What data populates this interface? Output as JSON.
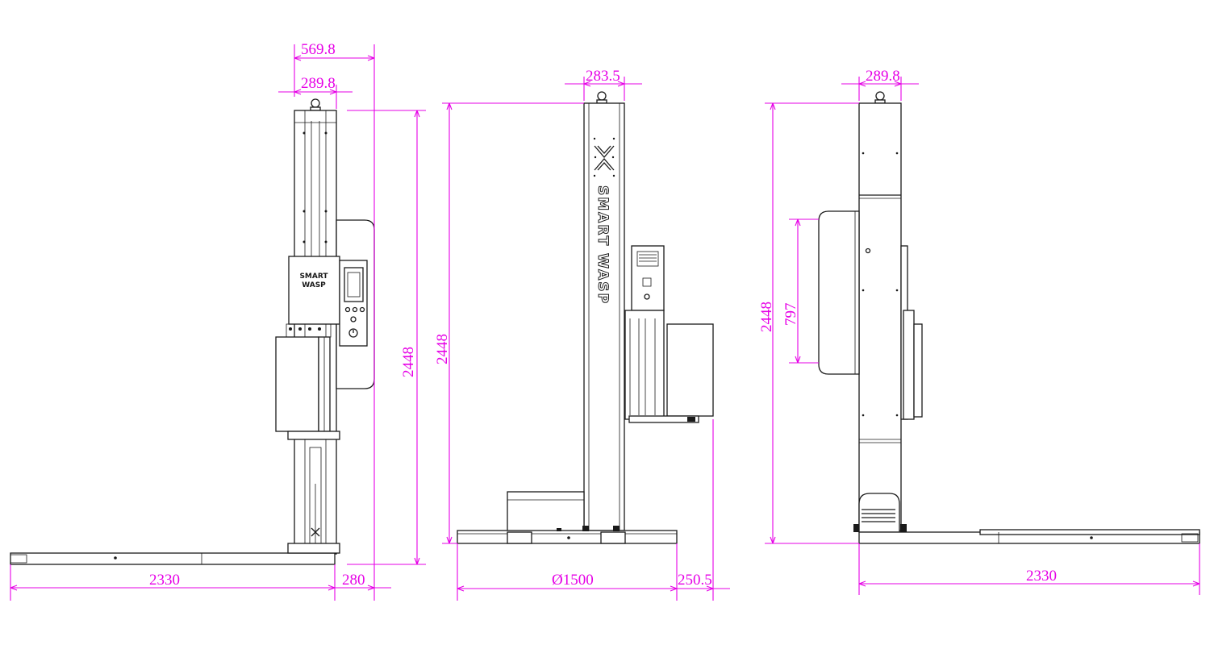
{
  "brand": {
    "line1": "SMART",
    "line2": "WASP",
    "vertical": "SMART WASP"
  },
  "dimensions": {
    "side_left": {
      "top_width": "569.8",
      "mast_width": "289.8",
      "height": "2448",
      "base_length": "2330",
      "overhang": "280"
    },
    "front": {
      "mast_width": "283.5",
      "height": "2448",
      "turntable_diameter": "Ø1500",
      "offset": "250.5"
    },
    "side_right": {
      "mast_width": "289.8",
      "height": "2448",
      "panel_height": "797",
      "base_length": "2330"
    }
  },
  "colors": {
    "dimension": "#e600e6",
    "outline": "#1a1a1a",
    "background": "#ffffff"
  }
}
